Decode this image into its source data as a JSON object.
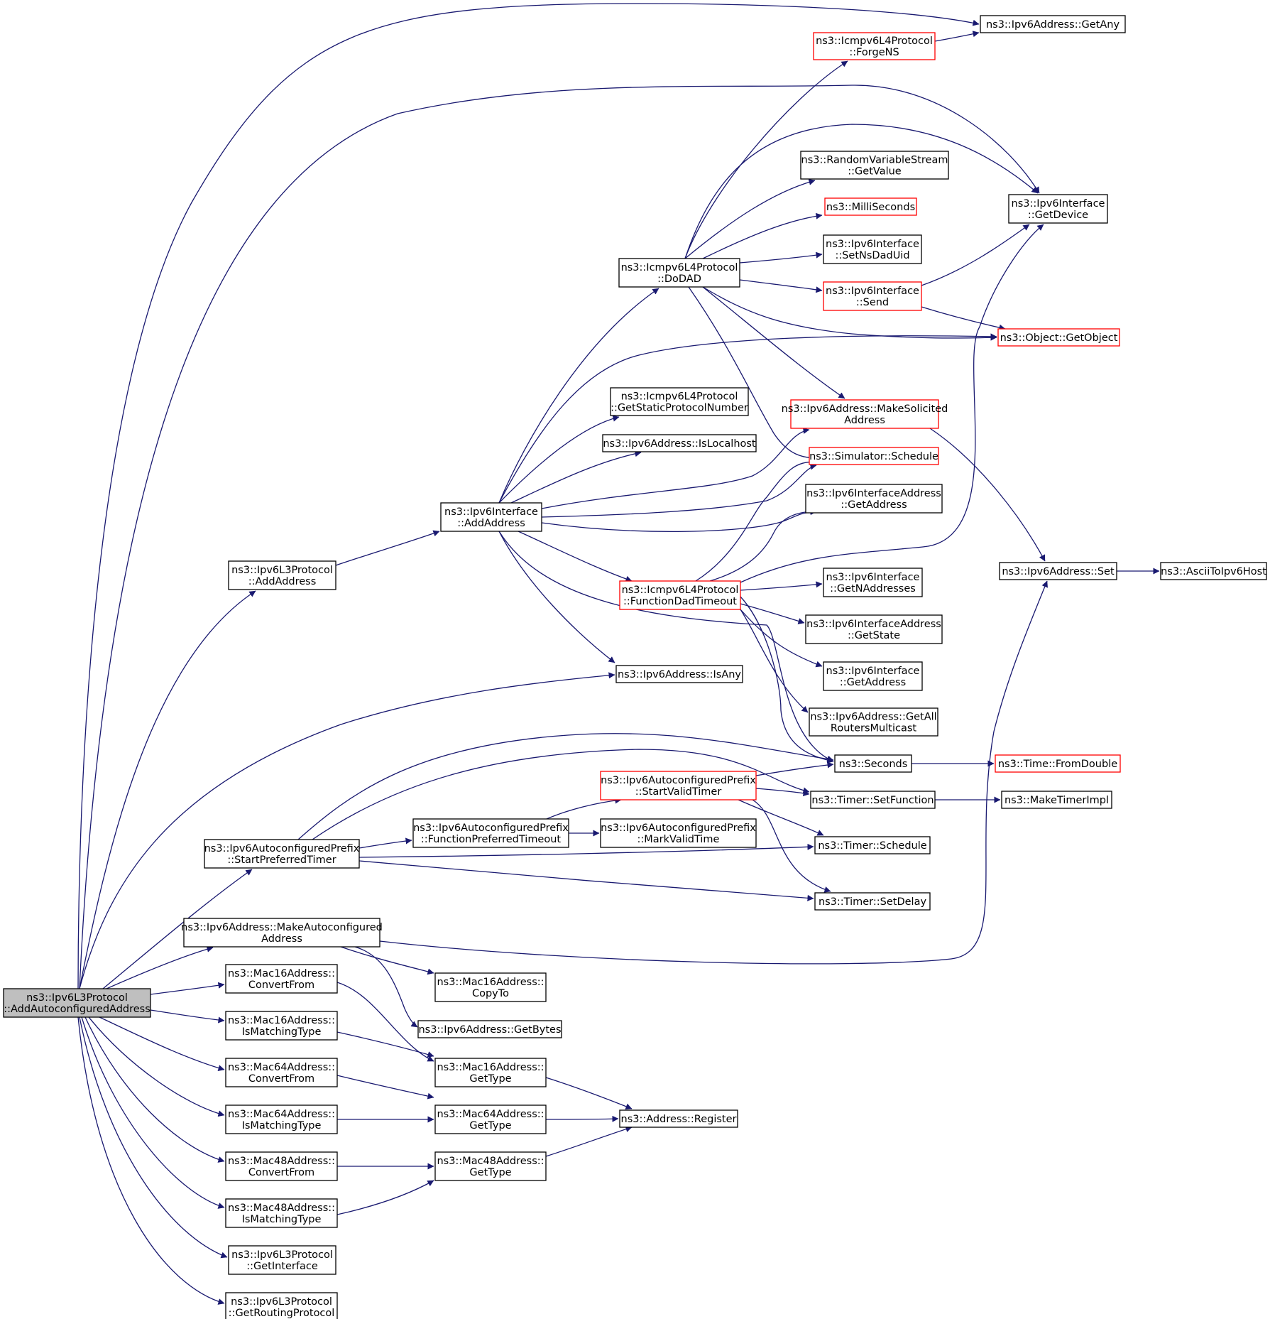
{
  "graph": {
    "colors": {
      "edge": "#191970",
      "border": "#000000",
      "red_border": "#ff0000",
      "root_fill": "#bfbfbf"
    },
    "nodes": [
      {
        "id": "root",
        "lines": [
          "ns3::Ipv6L3Protocol",
          "::AddAutoconfiguredAddress"
        ],
        "style": "root"
      },
      {
        "id": "l3_addaddr",
        "lines": [
          "ns3::Ipv6L3Protocol",
          "::AddAddress"
        ]
      },
      {
        "id": "if_addaddr",
        "lines": [
          "ns3::Ipv6Interface",
          "::AddAddress"
        ]
      },
      {
        "id": "dodad",
        "lines": [
          "ns3::Icmpv6L4Protocol",
          "::DoDAD"
        ]
      },
      {
        "id": "forgens",
        "lines": [
          "ns3::Icmpv6L4Protocol",
          "::ForgeNS"
        ],
        "style": "red"
      },
      {
        "id": "getany",
        "lines": [
          "ns3::Ipv6Address::GetAny"
        ]
      },
      {
        "id": "rvs_getvalue",
        "lines": [
          "ns3::RandomVariableStream",
          "::GetValue"
        ]
      },
      {
        "id": "millis",
        "lines": [
          "ns3::MilliSeconds"
        ],
        "style": "red"
      },
      {
        "id": "setnsdaduid",
        "lines": [
          "ns3::Ipv6Interface",
          "::SetNsDadUid"
        ]
      },
      {
        "id": "if_send",
        "lines": [
          "ns3::Ipv6Interface",
          "::Send"
        ],
        "style": "red"
      },
      {
        "id": "if_getdevice",
        "lines": [
          "ns3::Ipv6Interface",
          "::GetDevice"
        ]
      },
      {
        "id": "getobject",
        "lines": [
          "ns3::Object::GetObject"
        ],
        "style": "red"
      },
      {
        "id": "getstaticproto",
        "lines": [
          "ns3::Icmpv6L4Protocol",
          "::GetStaticProtocolNumber"
        ]
      },
      {
        "id": "islocalhost",
        "lines": [
          "ns3::Ipv6Address::IsLocalhost"
        ]
      },
      {
        "id": "makesolicited",
        "lines": [
          "ns3::Ipv6Address::MakeSolicited",
          "Address"
        ],
        "style": "red"
      },
      {
        "id": "sim_schedule",
        "lines": [
          "ns3::Simulator::Schedule"
        ],
        "style": "red"
      },
      {
        "id": "ifaddr_getaddress",
        "lines": [
          "ns3::Ipv6InterfaceAddress",
          "::GetAddress"
        ]
      },
      {
        "id": "funcdadtimeout",
        "lines": [
          "ns3::Icmpv6L4Protocol",
          "::FunctionDadTimeout"
        ],
        "style": "red"
      },
      {
        "id": "getnaddresses",
        "lines": [
          "ns3::Ipv6Interface",
          "::GetNAddresses"
        ]
      },
      {
        "id": "ifaddr_getstate",
        "lines": [
          "ns3::Ipv6InterfaceAddress",
          "::GetState"
        ]
      },
      {
        "id": "if_getaddress",
        "lines": [
          "ns3::Ipv6Interface",
          "::GetAddress"
        ]
      },
      {
        "id": "getallrouters",
        "lines": [
          "ns3::Ipv6Address::GetAll",
          "RoutersMulticast"
        ]
      },
      {
        "id": "addr_set",
        "lines": [
          "ns3::Ipv6Address::Set"
        ]
      },
      {
        "id": "asciitoipv6",
        "lines": [
          "ns3::AsciiToIpv6Host"
        ]
      },
      {
        "id": "isany",
        "lines": [
          "ns3::Ipv6Address::IsAny"
        ]
      },
      {
        "id": "seconds",
        "lines": [
          "ns3::Seconds"
        ]
      },
      {
        "id": "fromdouble",
        "lines": [
          "ns3::Time::FromDouble"
        ],
        "style": "red"
      },
      {
        "id": "startvalidtimer",
        "lines": [
          "ns3::Ipv6AutoconfiguredPrefix",
          "::StartValidTimer"
        ],
        "style": "red"
      },
      {
        "id": "timer_setfunction",
        "lines": [
          "ns3::Timer::SetFunction"
        ]
      },
      {
        "id": "maketimerimpl",
        "lines": [
          "ns3::MakeTimerImpl"
        ]
      },
      {
        "id": "funcpreftimeout",
        "lines": [
          "ns3::Ipv6AutoconfiguredPrefix",
          "::FunctionPreferredTimeout"
        ]
      },
      {
        "id": "markvalidtime",
        "lines": [
          "ns3::Ipv6AutoconfiguredPrefix",
          "::MarkValidTime"
        ]
      },
      {
        "id": "timer_schedule",
        "lines": [
          "ns3::Timer::Schedule"
        ]
      },
      {
        "id": "startpreftimer",
        "lines": [
          "ns3::Ipv6AutoconfiguredPrefix",
          "::StartPreferredTimer"
        ]
      },
      {
        "id": "timer_setdelay",
        "lines": [
          "ns3::Timer::SetDelay"
        ]
      },
      {
        "id": "makeautoconf",
        "lines": [
          "ns3::Ipv6Address::MakeAutoconfigured",
          "Address"
        ]
      },
      {
        "id": "mac16_copyto",
        "lines": [
          "ns3::Mac16Address::",
          "CopyTo"
        ]
      },
      {
        "id": "getbytes",
        "lines": [
          "ns3::Ipv6Address::GetBytes"
        ]
      },
      {
        "id": "mac16_convertfrom",
        "lines": [
          "ns3::Mac16Address::",
          "ConvertFrom"
        ]
      },
      {
        "id": "mac16_ismatching",
        "lines": [
          "ns3::Mac16Address::",
          "IsMatchingType"
        ]
      },
      {
        "id": "mac16_gettype",
        "lines": [
          "ns3::Mac16Address::",
          "GetType"
        ]
      },
      {
        "id": "mac64_convertfrom",
        "lines": [
          "ns3::Mac64Address::",
          "ConvertFrom"
        ]
      },
      {
        "id": "mac64_ismatching",
        "lines": [
          "ns3::Mac64Address::",
          "IsMatchingType"
        ]
      },
      {
        "id": "mac64_gettype",
        "lines": [
          "ns3::Mac64Address::",
          "GetType"
        ]
      },
      {
        "id": "addr_register",
        "lines": [
          "ns3::Address::Register"
        ]
      },
      {
        "id": "mac48_convertfrom",
        "lines": [
          "ns3::Mac48Address::",
          "ConvertFrom"
        ]
      },
      {
        "id": "mac48_gettype",
        "lines": [
          "ns3::Mac48Address::",
          "GetType"
        ]
      },
      {
        "id": "mac48_ismatching",
        "lines": [
          "ns3::Mac48Address::",
          "IsMatchingType"
        ]
      },
      {
        "id": "l3_getinterface",
        "lines": [
          "ns3::Ipv6L3Protocol",
          "::GetInterface"
        ]
      },
      {
        "id": "l3_getrouting",
        "lines": [
          "ns3::Ipv6L3Protocol",
          "::GetRoutingProtocol"
        ]
      }
    ],
    "edges": [
      [
        "root",
        "getany"
      ],
      [
        "root",
        "if_getdevice"
      ],
      [
        "root",
        "l3_addaddr"
      ],
      [
        "root",
        "isany"
      ],
      [
        "root",
        "startpreftimer"
      ],
      [
        "root",
        "makeautoconf"
      ],
      [
        "root",
        "mac16_convertfrom"
      ],
      [
        "root",
        "mac16_ismatching"
      ],
      [
        "root",
        "mac64_convertfrom"
      ],
      [
        "root",
        "mac64_ismatching"
      ],
      [
        "root",
        "mac48_convertfrom"
      ],
      [
        "root",
        "mac48_ismatching"
      ],
      [
        "root",
        "l3_getinterface"
      ],
      [
        "root",
        "l3_getrouting"
      ],
      [
        "l3_addaddr",
        "if_addaddr"
      ],
      [
        "if_addaddr",
        "dodad"
      ],
      [
        "if_addaddr",
        "getobject"
      ],
      [
        "if_addaddr",
        "getstaticproto"
      ],
      [
        "if_addaddr",
        "islocalhost"
      ],
      [
        "if_addaddr",
        "makesolicited"
      ],
      [
        "if_addaddr",
        "sim_schedule"
      ],
      [
        "if_addaddr",
        "ifaddr_getaddress"
      ],
      [
        "if_addaddr",
        "funcdadtimeout"
      ],
      [
        "if_addaddr",
        "isany"
      ],
      [
        "if_addaddr",
        "seconds"
      ],
      [
        "dodad",
        "forgens"
      ],
      [
        "dodad",
        "if_getdevice"
      ],
      [
        "dodad",
        "rvs_getvalue"
      ],
      [
        "dodad",
        "millis"
      ],
      [
        "dodad",
        "setnsdaduid"
      ],
      [
        "dodad",
        "if_send"
      ],
      [
        "dodad",
        "getobject"
      ],
      [
        "dodad",
        "makesolicited"
      ],
      [
        "dodad",
        "sim_schedule"
      ],
      [
        "forgens",
        "getany"
      ],
      [
        "if_send",
        "if_getdevice"
      ],
      [
        "if_send",
        "getobject"
      ],
      [
        "makesolicited",
        "addr_set"
      ],
      [
        "addr_set",
        "asciitoipv6"
      ],
      [
        "funcdadtimeout",
        "sim_schedule"
      ],
      [
        "funcdadtimeout",
        "ifaddr_getaddress"
      ],
      [
        "funcdadtimeout",
        "if_getdevice"
      ],
      [
        "funcdadtimeout",
        "getnaddresses"
      ],
      [
        "funcdadtimeout",
        "ifaddr_getstate"
      ],
      [
        "funcdadtimeout",
        "if_getaddress"
      ],
      [
        "funcdadtimeout",
        "getallrouters"
      ],
      [
        "funcdadtimeout",
        "seconds"
      ],
      [
        "seconds",
        "fromdouble"
      ],
      [
        "startvalidtimer",
        "seconds"
      ],
      [
        "startvalidtimer",
        "timer_setfunction"
      ],
      [
        "startvalidtimer",
        "timer_schedule"
      ],
      [
        "startvalidtimer",
        "timer_setdelay"
      ],
      [
        "timer_setfunction",
        "maketimerimpl"
      ],
      [
        "funcpreftimeout",
        "startvalidtimer"
      ],
      [
        "funcpreftimeout",
        "markvalidtime"
      ],
      [
        "startpreftimer",
        "seconds"
      ],
      [
        "startpreftimer",
        "timer_setfunction"
      ],
      [
        "startpreftimer",
        "funcpreftimeout"
      ],
      [
        "startpreftimer",
        "timer_schedule"
      ],
      [
        "startpreftimer",
        "timer_setdelay"
      ],
      [
        "makeautoconf",
        "addr_set"
      ],
      [
        "makeautoconf",
        "mac16_copyto"
      ],
      [
        "makeautoconf",
        "getbytes"
      ],
      [
        "mac16_convertfrom",
        "mac16_gettype"
      ],
      [
        "mac16_ismatching",
        "mac16_gettype"
      ],
      [
        "mac16_gettype",
        "addr_register"
      ],
      [
        "mac64_convertfrom",
        "mac64_gettype"
      ],
      [
        "mac64_ismatching",
        "mac64_gettype"
      ],
      [
        "mac64_gettype",
        "addr_register"
      ],
      [
        "mac48_convertfrom",
        "mac48_gettype"
      ],
      [
        "mac48_ismatching",
        "mac48_gettype"
      ],
      [
        "mac48_gettype",
        "addr_register"
      ]
    ]
  }
}
